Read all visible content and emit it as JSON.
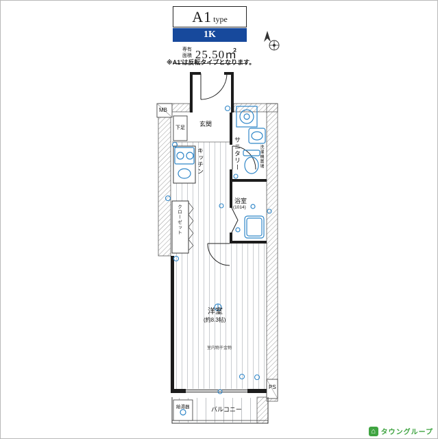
{
  "header": {
    "type_main": "A1",
    "type_sub": "type",
    "plan_type": "1K",
    "area_label_top": "専有",
    "area_label_bottom": "面積",
    "area_value": "25.50㎡",
    "note": "※A1'は反転タイプとなります。"
  },
  "plan_labels": {
    "mb": "MB",
    "entrance": "玄関",
    "shoe_box": "下足",
    "kitchen": "キッチン",
    "sanitary": "サニタリー",
    "laundry": "洗濯機置場",
    "bath": "浴室",
    "bath_size": "(1014)",
    "closet": "クローゼット",
    "room": "洋室",
    "room_size": "(約8.3帖)",
    "indoor_hanger": "室内物干金物",
    "balcony": "バルコニー",
    "water_heater": "給湯器",
    "ps": "PS"
  },
  "footer": {
    "brand": "タウングループ"
  },
  "colors": {
    "accent_blue": "#17499c",
    "fixture_blue": "#2f86c8",
    "brand_green": "#3fa441"
  }
}
